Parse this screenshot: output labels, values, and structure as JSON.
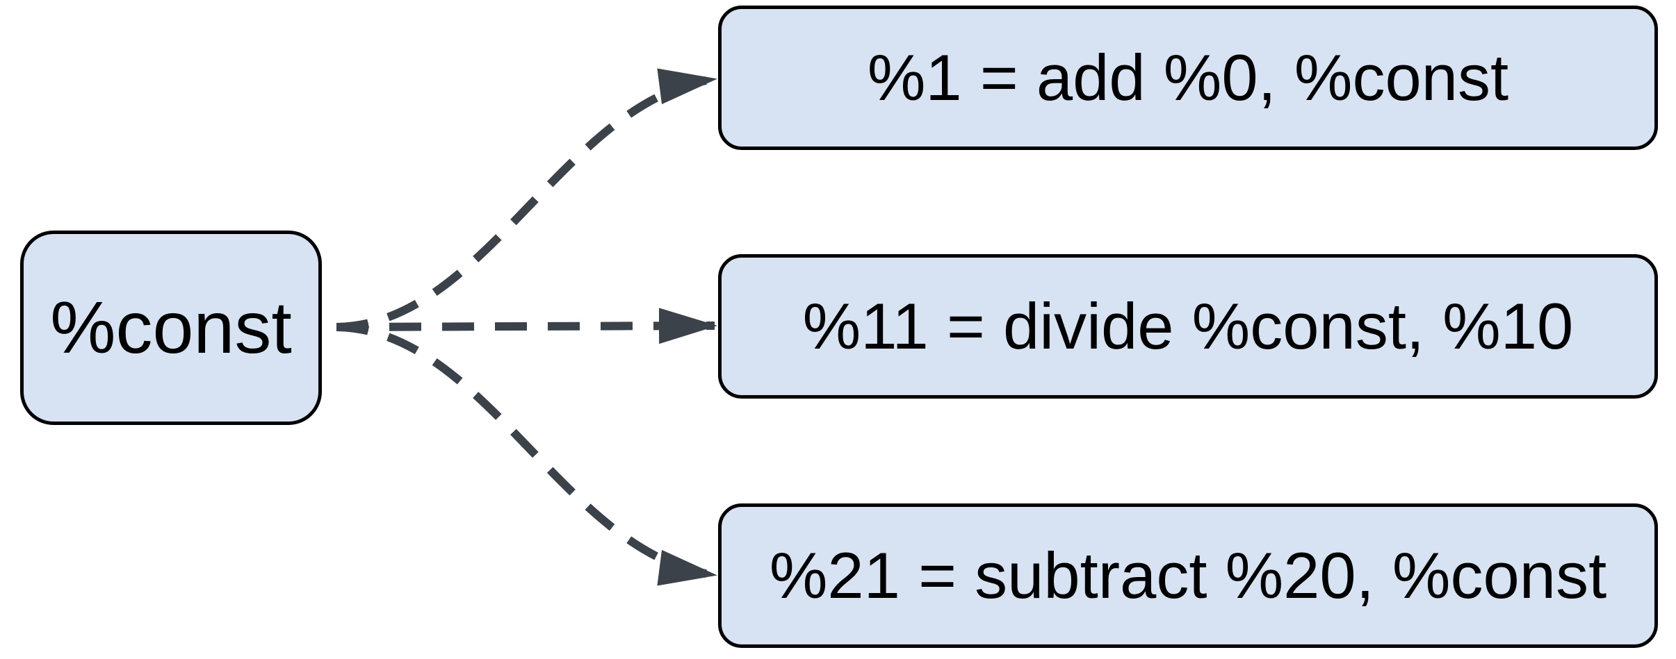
{
  "diagram": {
    "type": "dataflow-graph",
    "background_color": "#ffffff",
    "node_fill_color": "#d7e3f3",
    "node_border_color": "#000000",
    "text_color": "#000000",
    "edge_color": "#3c4249",
    "edge_style": "dashed",
    "source_node": {
      "label": "%const"
    },
    "target_nodes": [
      {
        "label": "%1 = add %0, %const"
      },
      {
        "label": "%11 = divide %const, %10"
      },
      {
        "label": "%21 = subtract %20, %const"
      }
    ],
    "edges": [
      {
        "from": "%const",
        "to": "%1 = add %0, %const",
        "style": "dashed",
        "arrowhead": "end"
      },
      {
        "from": "%const",
        "to": "%11 = divide %const, %10",
        "style": "dashed",
        "arrowhead": "end"
      },
      {
        "from": "%const",
        "to": "%21 = subtract %20, %const",
        "style": "dashed",
        "arrowhead": "end"
      }
    ]
  }
}
